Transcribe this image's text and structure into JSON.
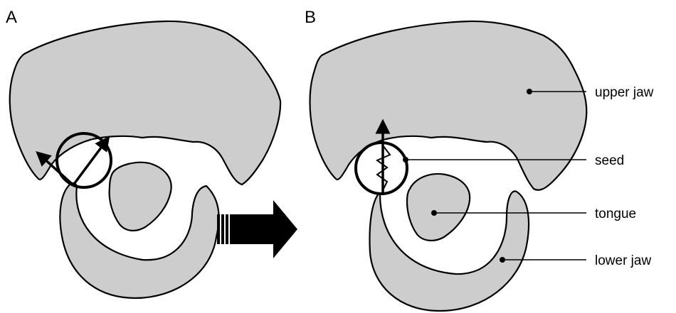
{
  "panels": {
    "a": {
      "label": "A"
    },
    "b": {
      "label": "B"
    }
  },
  "labels": {
    "upper_jaw": "upper jaw",
    "seed": "seed",
    "tongue": "tongue",
    "lower_jaw": "lower jaw"
  },
  "colors": {
    "tissue": "#cdcdcd",
    "outline": "#000000",
    "background": "#ffffff"
  }
}
